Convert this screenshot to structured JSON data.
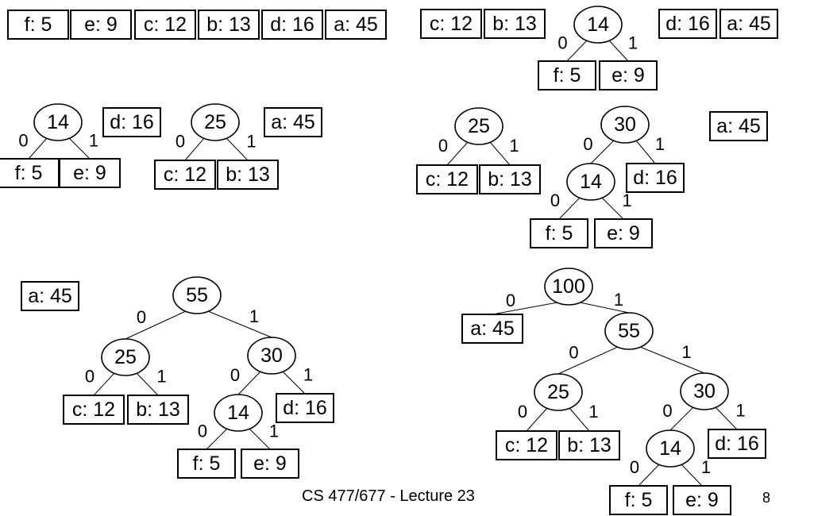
{
  "footer": {
    "course": "CS 477/677 - Lecture 23",
    "page": "8"
  },
  "edge_bits": {
    "left": "0",
    "right": "1"
  },
  "stages": [
    {
      "roots": [
        {
          "label": "f: 5"
        },
        {
          "label": "e: 9"
        },
        {
          "label": "c: 12"
        },
        {
          "label": "b: 13"
        },
        {
          "label": "d: 16"
        },
        {
          "label": "a: 45"
        }
      ]
    },
    {
      "roots": [
        {
          "label": "c: 12"
        },
        {
          "label": "b: 13"
        },
        {
          "label": "14",
          "children": [
            {
              "label": "f: 5"
            },
            {
              "label": "e: 9"
            }
          ]
        },
        {
          "label": "d: 16"
        },
        {
          "label": "a: 45"
        }
      ]
    },
    {
      "roots": [
        {
          "label": "14",
          "children": [
            {
              "label": "f: 5"
            },
            {
              "label": "e: 9"
            }
          ]
        },
        {
          "label": "d: 16"
        },
        {
          "label": "25",
          "children": [
            {
              "label": "c: 12"
            },
            {
              "label": "b: 13"
            }
          ]
        },
        {
          "label": "a: 45"
        }
      ]
    },
    {
      "roots": [
        {
          "label": "25",
          "children": [
            {
              "label": "c: 12"
            },
            {
              "label": "b: 13"
            }
          ]
        },
        {
          "label": "30",
          "children": [
            {
              "label": "14",
              "children": [
                {
                  "label": "f: 5"
                },
                {
                  "label": "e: 9"
                }
              ]
            },
            {
              "label": "d: 16"
            }
          ]
        },
        {
          "label": "a: 45"
        }
      ]
    },
    {
      "roots": [
        {
          "label": "a: 45"
        },
        {
          "label": "55",
          "children": [
            {
              "label": "25",
              "children": [
                {
                  "label": "c: 12"
                },
                {
                  "label": "b: 13"
                }
              ]
            },
            {
              "label": "30",
              "children": [
                {
                  "label": "14",
                  "children": [
                    {
                      "label": "f: 5"
                    },
                    {
                      "label": "e: 9"
                    }
                  ]
                },
                {
                  "label": "d: 16"
                }
              ]
            }
          ]
        }
      ]
    },
    {
      "roots": [
        {
          "label": "100",
          "children": [
            {
              "label": "a: 45"
            },
            {
              "label": "55",
              "children": [
                {
                  "label": "25",
                  "children": [
                    {
                      "label": "c: 12"
                    },
                    {
                      "label": "b: 13"
                    }
                  ]
                },
                {
                  "label": "30",
                  "children": [
                    {
                      "label": "14",
                      "children": [
                        {
                          "label": "f: 5"
                        },
                        {
                          "label": "e: 9"
                        }
                      ]
                    },
                    {
                      "label": "d: 16"
                    }
                  ]
                }
              ]
            }
          ]
        }
      ]
    }
  ]
}
